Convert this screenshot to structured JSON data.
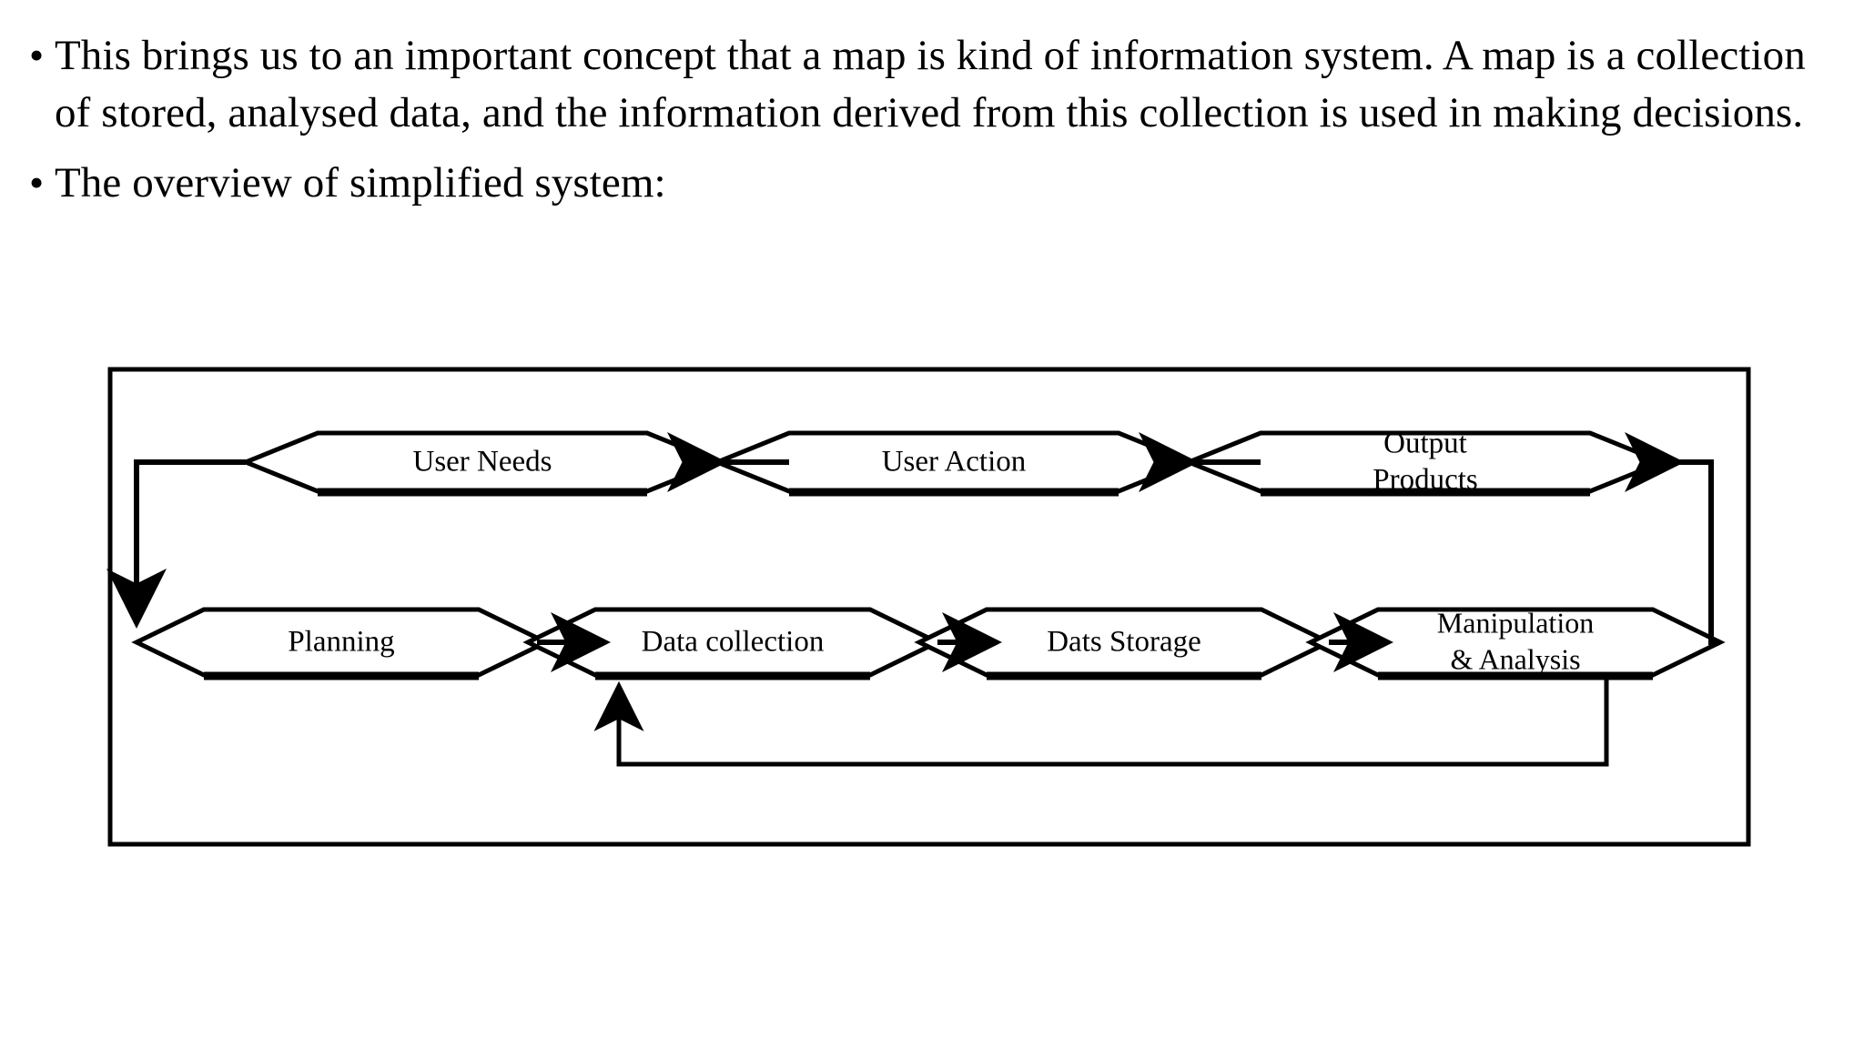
{
  "slide": {
    "background_color": "#ffffff",
    "text_color": "#000000",
    "bullet_glyph": "•",
    "bullets": [
      {
        "id": "bullet-1",
        "text": "This brings us to an important concept that a map is kind of information system. A map is a collection of stored, analysed data, and the information derived from this collection is used in making decisions."
      },
      {
        "id": "bullet-2",
        "text": "The overview of simplified system:"
      }
    ]
  },
  "diagram": {
    "title": "Overview of simplified system",
    "type": "flowchart",
    "shape": "hexagon",
    "line_color": "#000000",
    "fill_color": "#ffffff",
    "frame": {
      "label": "system-boundary"
    },
    "nodes": [
      {
        "id": "user-needs",
        "label": "User Needs",
        "lines": [
          "User Needs"
        ],
        "row": "top",
        "order": 1
      },
      {
        "id": "user-action",
        "label": "User Action",
        "lines": [
          "User Action"
        ],
        "row": "top",
        "order": 2
      },
      {
        "id": "output-products",
        "label": "Output Products",
        "lines": [
          "Output",
          "Products"
        ],
        "row": "top",
        "order": 3
      },
      {
        "id": "planning",
        "label": "Planning",
        "lines": [
          "Planning"
        ],
        "row": "bottom",
        "order": 1
      },
      {
        "id": "data-collection",
        "label": "Data collection",
        "lines": [
          "Data collection"
        ],
        "row": "bottom",
        "order": 2
      },
      {
        "id": "dats-storage",
        "label": "Dats Storage",
        "lines": [
          "Dats Storage"
        ],
        "row": "bottom",
        "order": 3
      },
      {
        "id": "manipulation-analysis",
        "label": "Manipulation & Analysis",
        "lines": [
          "Manipulation",
          "& Analysis"
        ],
        "row": "bottom",
        "order": 4
      }
    ],
    "edges": [
      {
        "id": "edge-output-to-useraction",
        "from": "output-products",
        "to": "user-action",
        "direction": "left"
      },
      {
        "id": "edge-useraction-to-userneeds",
        "from": "user-action",
        "to": "user-needs",
        "direction": "left"
      },
      {
        "id": "edge-userneeds-to-planning",
        "from": "user-needs",
        "to": "planning",
        "direction": "down"
      },
      {
        "id": "edge-planning-to-datacollection",
        "from": "planning",
        "to": "data-collection",
        "direction": "right"
      },
      {
        "id": "edge-datacollection-to-datstorage",
        "from": "data-collection",
        "to": "dats-storage",
        "direction": "right"
      },
      {
        "id": "edge-datstorage-to-manipulation",
        "from": "dats-storage",
        "to": "manipulation-analysis",
        "direction": "right"
      },
      {
        "id": "edge-manipulation-to-output",
        "from": "manipulation-analysis",
        "to": "output-products",
        "direction": "up"
      },
      {
        "id": "edge-manipulation-feedback",
        "from": "manipulation-analysis",
        "to": "data-collection",
        "direction": "feedback-loop"
      }
    ]
  }
}
